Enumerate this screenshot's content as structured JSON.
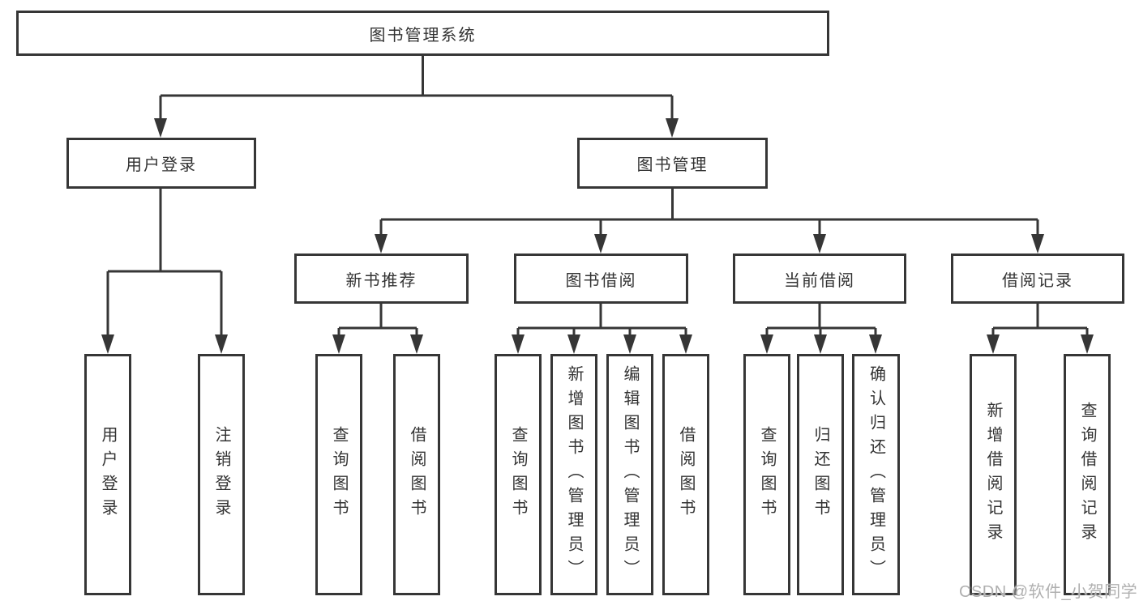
{
  "colors": {
    "line": "#363636",
    "text": "#333333",
    "background": "#ffffff",
    "watermark": "#b0b0b0"
  },
  "diagram": {
    "root": {
      "label": "图书管理系统",
      "children": [
        {
          "label": "用户登录",
          "children": [
            {
              "label": "用户登录"
            },
            {
              "label": "注销登录"
            }
          ]
        },
        {
          "label": "图书管理",
          "children": [
            {
              "label": "新书推荐",
              "children": [
                {
                  "label": "查询图书"
                },
                {
                  "label": "借阅图书"
                }
              ]
            },
            {
              "label": "图书借阅",
              "children": [
                {
                  "label": "查询图书"
                },
                {
                  "label": "新增图书（管理员）"
                },
                {
                  "label": "编辑图书（管理员）"
                },
                {
                  "label": "借阅图书"
                }
              ]
            },
            {
              "label": "当前借阅",
              "children": [
                {
                  "label": "查询图书"
                },
                {
                  "label": "归还图书"
                },
                {
                  "label": "确认归还（管理员）"
                }
              ]
            },
            {
              "label": "借阅记录",
              "children": [
                {
                  "label": "新增借阅记录"
                },
                {
                  "label": "查询借阅记录"
                }
              ]
            }
          ]
        }
      ]
    }
  },
  "watermark": {
    "text": "CSDN @软件_小贺同学"
  }
}
